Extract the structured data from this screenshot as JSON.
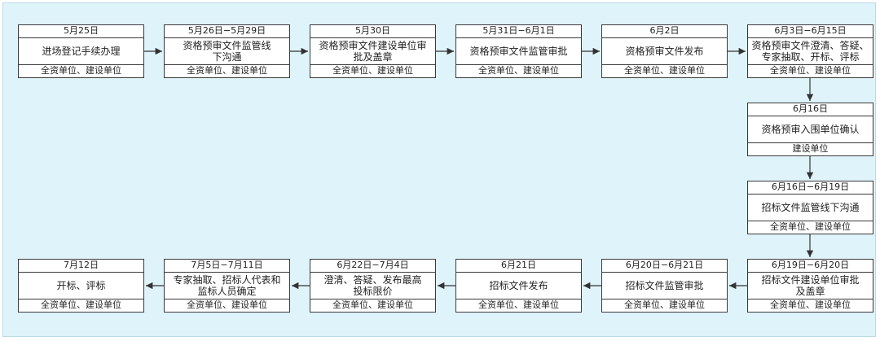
{
  "steps": [
    {
      "date": "5月25日",
      "task": "进场登记手续办理",
      "party": "全资单位、建设单位"
    },
    {
      "date": "5月26日−5月29日",
      "task": "资格预审文件监管线下沟通",
      "party": "全资单位、建设单位"
    },
    {
      "date": "5月30日",
      "task": "资格预审文件建设单位审批及盖章",
      "party": "全资单位、建设单位"
    },
    {
      "date": "5月31日−6月1日",
      "task": "资格预审文件监管审批",
      "party": "全资单位、建设单位"
    },
    {
      "date": "6月2日",
      "task": "资格预审文件发布",
      "party": "全资单位、建设单位"
    },
    {
      "date": "6月3日−6月15日",
      "task": "资格预审文件澄清、答疑、专家抽取、开标、评标",
      "party": "全资单位、建设单位"
    },
    {
      "date": "6月16日",
      "task": "资格预审入围单位确认",
      "party": "建设单位"
    },
    {
      "date": "6月16日−6月19日",
      "task": "招标文件监管线下沟通",
      "party": "全资单位、建设单位"
    },
    {
      "date": "6月19日−6月20日",
      "task": "招标文件建设单位审批及盖章",
      "party": "全资单位、建设单位"
    },
    {
      "date": "6月20日−6月21日",
      "task": "招标文件监管审批",
      "party": "全资单位、建设单位"
    },
    {
      "date": "6月21日",
      "task": "招标文件发布",
      "party": "全资单位、建设单位"
    },
    {
      "date": "6月22日−7月4日",
      "task": "澄清、答疑、发布最高投标限价",
      "party": "全资单位、建设单位"
    },
    {
      "date": "7月5日−7月11日",
      "task": "专家抽取、招标人代表和监标人员确定",
      "party": "全资单位、建设单位"
    },
    {
      "date": "7月12日",
      "task": "开标、评标",
      "party": "全资单位、建设单位"
    }
  ],
  "colors": {
    "background": "#dff3fa",
    "border": "#3a3a3a",
    "arrow": "#333333"
  }
}
